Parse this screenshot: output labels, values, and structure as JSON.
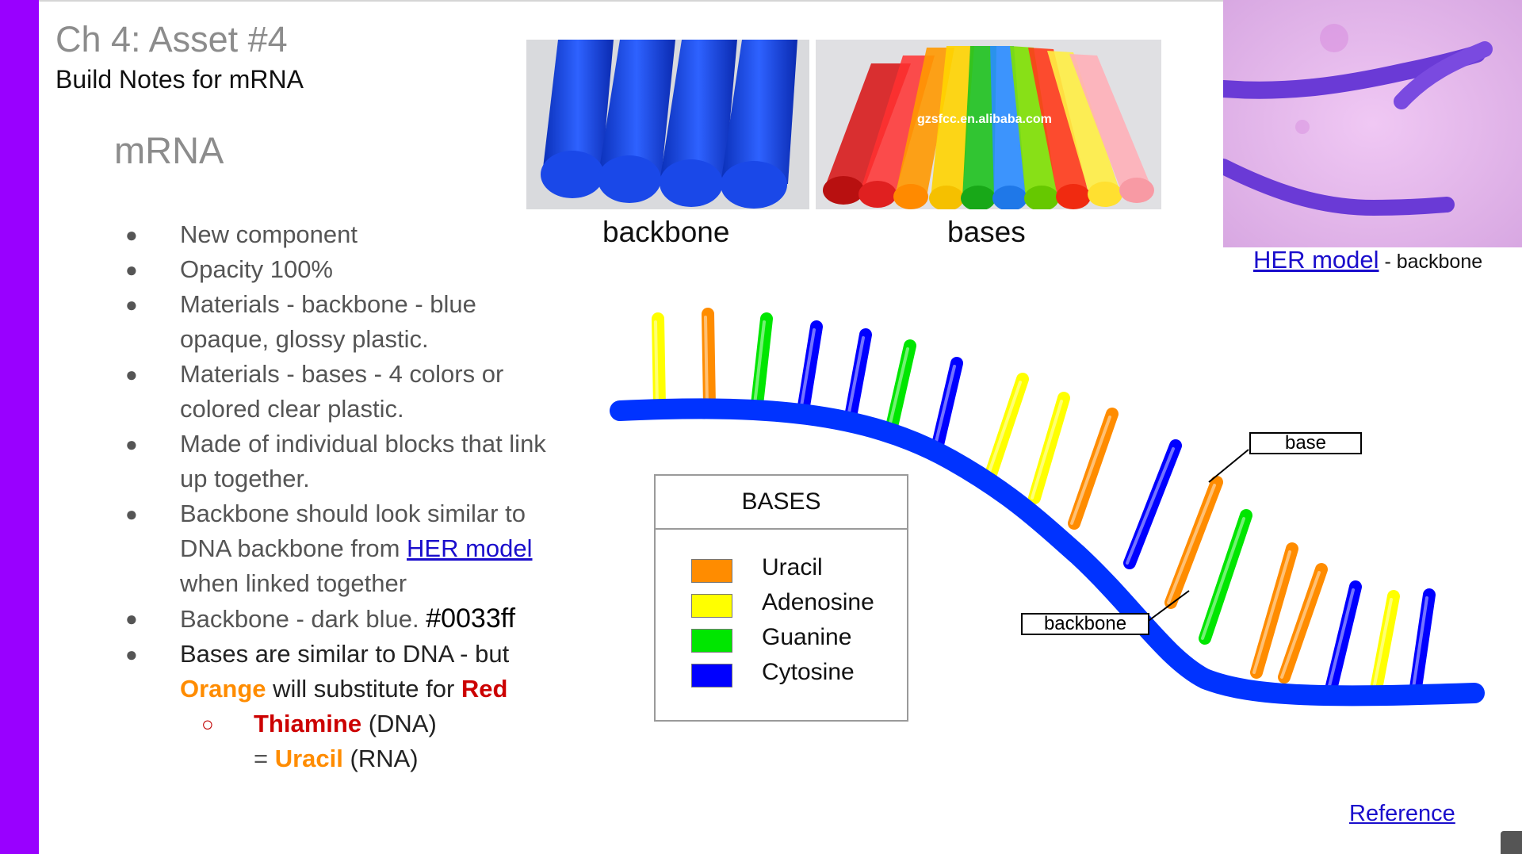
{
  "slide": {
    "title": "Ch 4: Asset #4",
    "subtitle": "Build Notes for mRNA",
    "section_heading": "mRNA"
  },
  "notes": {
    "items": [
      "New component",
      "Opacity 100%",
      "Materials - backbone - blue opaque, glossy plastic.",
      "Materials - bases - 4 colors or colored clear plastic.",
      "Made of individual blocks that link up together."
    ],
    "backbone_similar": {
      "before": "Backbone should look similar to DNA backbone from ",
      "link": "HER model",
      "after": " when linked together"
    },
    "backbone_color": {
      "text": "Backbone - dark blue. ",
      "code": "#0033ff"
    },
    "bases_similar": {
      "text": "Bases are similar to DNA - but ",
      "orange": "Orange",
      "middle": " will substitute for ",
      "red": "Red"
    },
    "sub_item": {
      "thiamine": "Thiamine",
      "dna": " (DNA)",
      "equals": "= ",
      "uracil": "Uracil",
      "rna": " (RNA)"
    }
  },
  "photos": {
    "backbone_caption": "backbone",
    "bases_caption": "bases",
    "bases_watermark": "gzsfcc.en.alibaba.com",
    "her_link": "HER model",
    "her_suffix": " - backbone"
  },
  "legend": {
    "title": "BASES",
    "entries": [
      {
        "label": "Uracil",
        "color": "#ff8c00"
      },
      {
        "label": "Adenosine",
        "color": "#ffff00"
      },
      {
        "label": "Guanine",
        "color": "#00e600"
      },
      {
        "label": "Cytosine",
        "color": "#0000ff"
      }
    ]
  },
  "diagram": {
    "callout_base": "base",
    "callout_backbone": "backbone",
    "backbone_color": "#0033ff",
    "base_sequence": [
      "Adenosine",
      "Uracil",
      "Guanine",
      "Cytosine",
      "Cytosine",
      "Guanine",
      "Cytosine",
      "Adenosine",
      "Adenosine",
      "Uracil",
      "Cytosine",
      "Uracil",
      "Guanine",
      "Uracil",
      "Uracil",
      "Cytosine",
      "Adenosine",
      "Cytosine"
    ]
  },
  "footer": {
    "reference": "Reference"
  },
  "colors": {
    "accent": "#9900ff",
    "link": "#1a0dcc",
    "orange": "#ff8c00",
    "red": "#cc0000"
  }
}
